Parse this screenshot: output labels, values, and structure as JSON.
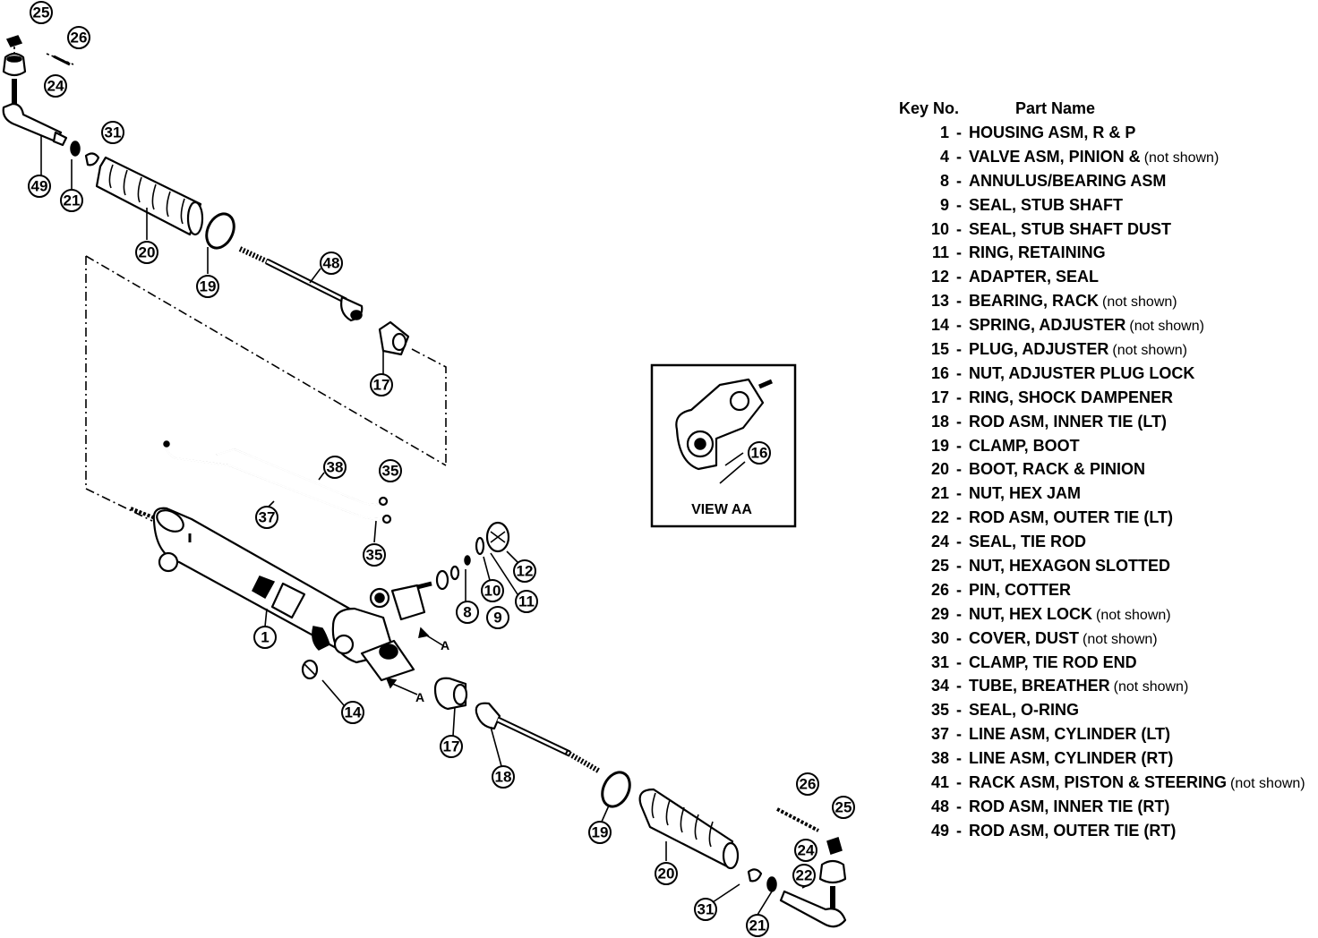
{
  "legend": {
    "header_key": "Key No.",
    "header_name": "Part Name",
    "items": [
      {
        "num": "1",
        "name": "HOUSING ASM, R & P",
        "note": ""
      },
      {
        "num": "4",
        "name": "VALVE ASM, PINION &",
        "note": "(not shown)"
      },
      {
        "num": "8",
        "name": "ANNULUS/BEARING ASM",
        "note": ""
      },
      {
        "num": "9",
        "name": "SEAL, STUB SHAFT",
        "note": ""
      },
      {
        "num": "10",
        "name": "SEAL, STUB SHAFT DUST",
        "note": ""
      },
      {
        "num": "11",
        "name": "RING, RETAINING",
        "note": ""
      },
      {
        "num": "12",
        "name": "ADAPTER, SEAL",
        "note": ""
      },
      {
        "num": "13",
        "name": "BEARING, RACK",
        "note": "(not shown)"
      },
      {
        "num": "14",
        "name": "SPRING, ADJUSTER",
        "note": "(not shown)"
      },
      {
        "num": "15",
        "name": "PLUG, ADJUSTER",
        "note": "(not shown)"
      },
      {
        "num": "16",
        "name": "NUT, ADJUSTER PLUG LOCK",
        "note": ""
      },
      {
        "num": "17",
        "name": "RING, SHOCK DAMPENER",
        "note": ""
      },
      {
        "num": "18",
        "name": "ROD ASM, INNER TIE (LT)",
        "note": ""
      },
      {
        "num": "19",
        "name": "CLAMP, BOOT",
        "note": ""
      },
      {
        "num": "20",
        "name": "BOOT, RACK & PINION",
        "note": ""
      },
      {
        "num": "21",
        "name": "NUT, HEX JAM",
        "note": ""
      },
      {
        "num": "22",
        "name": "ROD ASM, OUTER TIE (LT)",
        "note": ""
      },
      {
        "num": "24",
        "name": "SEAL, TIE ROD",
        "note": ""
      },
      {
        "num": "25",
        "name": "NUT, HEXAGON SLOTTED",
        "note": ""
      },
      {
        "num": "26",
        "name": "PIN, COTTER",
        "note": ""
      },
      {
        "num": "29",
        "name": "NUT, HEX LOCK",
        "note": "(not shown)"
      },
      {
        "num": "30",
        "name": "COVER, DUST",
        "note": "(not shown)"
      },
      {
        "num": "31",
        "name": "CLAMP, TIE ROD END",
        "note": ""
      },
      {
        "num": "34",
        "name": "TUBE, BREATHER",
        "note": "(not shown)"
      },
      {
        "num": "35",
        "name": "SEAL, O-RING",
        "note": ""
      },
      {
        "num": "37",
        "name": "LINE ASM, CYLINDER (LT)",
        "note": ""
      },
      {
        "num": "38",
        "name": "LINE ASM, CYLINDER (RT)",
        "note": ""
      },
      {
        "num": "41",
        "name": "RACK ASM, PISTON & STEERING",
        "note": "(not shown)"
      },
      {
        "num": "48",
        "name": "ROD ASM, INNER TIE (RT)",
        "note": ""
      },
      {
        "num": "49",
        "name": "ROD ASM, OUTER TIE (RT)",
        "note": ""
      }
    ]
  },
  "view_label": "VIEW AA",
  "section_mark": "A",
  "callouts": [
    "25",
    "26",
    "24",
    "31",
    "49",
    "21",
    "20",
    "19",
    "48",
    "17",
    "38",
    "35",
    "37",
    "35",
    "16",
    "12",
    "10",
    "11",
    "8",
    "9",
    "1",
    "14",
    "17",
    "18",
    "19",
    "26",
    "25",
    "24",
    "22",
    "20",
    "31",
    "21"
  ]
}
